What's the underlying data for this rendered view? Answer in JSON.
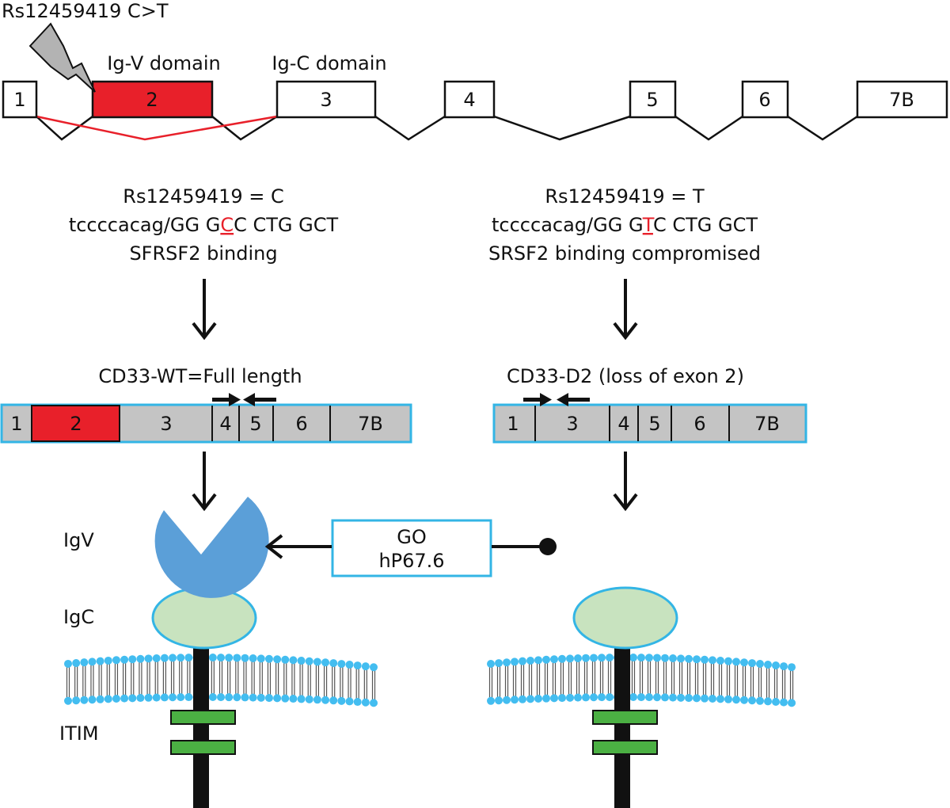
{
  "colors": {
    "exon2_red": "#e8202a",
    "splice_red": "#e8202a",
    "transcript_fill": "#c4c4c4",
    "transcript_border": "#33b5e5",
    "igv_blue": "#5b9fd8",
    "igc_green": "#c8e3bf",
    "itim_green": "#4bb043",
    "lipid_head": "#43bdf0",
    "go_border": "#33b5e5"
  },
  "snp": {
    "label": "Rs12459419 C>T",
    "icon": "lightning-bolt-icon"
  },
  "gene": {
    "domain_labels": {
      "igv": "Ig-V domain",
      "igc": "Ig-C domain"
    },
    "exons": [
      "1",
      "2",
      "3",
      "4",
      "5",
      "6",
      "7B"
    ]
  },
  "allele_c": {
    "title": "Rs12459419 = C",
    "seq_prefix": "tccccacag/GG G",
    "seq_base": "C",
    "seq_suffix": "C CTG GCT",
    "note": "SFRSF2 binding"
  },
  "allele_t": {
    "title": "Rs12459419 = T",
    "seq_prefix": "tccccacag/GG G",
    "seq_base": "T",
    "seq_suffix": "C CTG GCT",
    "note": "SRSF2 binding compromised"
  },
  "transcript_wt": {
    "title": "CD33-WT=Full length",
    "exons": [
      "1",
      "2",
      "3",
      "4",
      "5",
      "6",
      "7B"
    ]
  },
  "transcript_d2": {
    "title": "CD33-D2 (loss of exon 2)",
    "exons": [
      "1",
      "3",
      "4",
      "5",
      "6",
      "7B"
    ]
  },
  "protein": {
    "labels": {
      "igv": "IgV",
      "igc": "IgC",
      "itim": "ITIM"
    }
  },
  "drug": {
    "line1": "GO",
    "line2": "hP67.6"
  }
}
